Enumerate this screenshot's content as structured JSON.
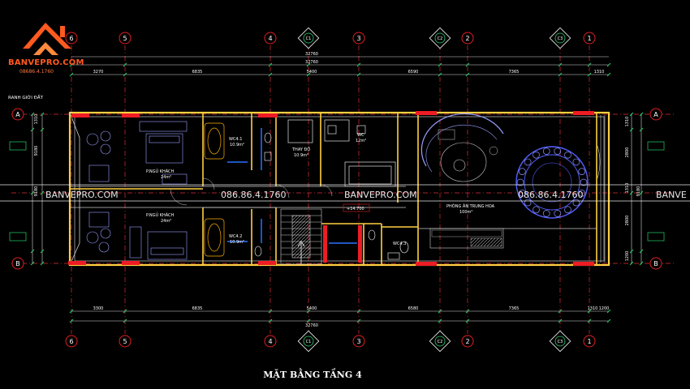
{
  "logo": {
    "name": "BANVEPRO.COM",
    "phone": "08686.4.1760"
  },
  "title": "MẶT BẰNG TẦNG 4",
  "watermark": {
    "site": "BANVEPRO.COM",
    "phone": "086.86.4.1760",
    "site_short": "BANVE"
  },
  "boundary_label": "RANH GIỚI ĐẤT",
  "level_mark": "+14.700",
  "dims": {
    "overall_top_a": "32760",
    "overall_top_b": "32760",
    "overall_bottom": "32760",
    "top": [
      "3270",
      "6835",
      "5400",
      "6590",
      "7365",
      "1310"
    ],
    "bottom": [
      "3300",
      "6835",
      "5400",
      "6580",
      "7365",
      "1310",
      "1200"
    ],
    "left": [
      "1310",
      "9180",
      "9180"
    ],
    "right": [
      "1310",
      "2800",
      "1310",
      "2800",
      "1200",
      "9180"
    ]
  },
  "axes": {
    "top": [
      {
        "label": "6",
        "marker": "circle"
      },
      {
        "label": "5",
        "marker": "circle"
      },
      {
        "label": "4",
        "marker": "circle"
      },
      {
        "label": "C1",
        "marker": "diamond"
      },
      {
        "label": "3",
        "marker": "circle"
      },
      {
        "label": "C2",
        "marker": "diamond"
      },
      {
        "label": "2",
        "marker": "circle"
      },
      {
        "label": "C3",
        "marker": "diamond"
      },
      {
        "label": "1",
        "marker": "circle"
      }
    ],
    "rows": [
      "A",
      "B"
    ]
  },
  "rooms": {
    "bedroom1": "P.NGỦ KHÁCH",
    "bedroom1_area": "24m²",
    "bedroom2": "P.NGỦ KHÁCH",
    "bedroom2_area": "24m²",
    "wc1": "WC4.1",
    "wc1_area": "10.9m²",
    "wc2": "WC4.2",
    "wc2_area": "10.9m²",
    "wc3": "WC4.3",
    "dressing": "THAY ĐỒ",
    "dressing_area": "10.9m²",
    "wc_small": "WC",
    "wc_small_area": "12m²",
    "hall": "PHÒNG ĂN TRUNG HOA",
    "hall_area": "100m²"
  }
}
